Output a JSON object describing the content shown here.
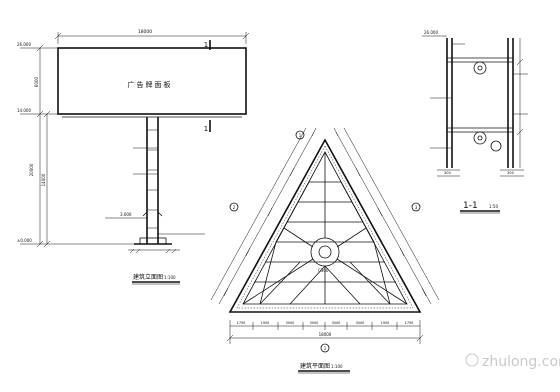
{
  "elevation": {
    "width_dim": "18000",
    "section_mark": "1",
    "panel_label": "广告牌面板",
    "levels": [
      "26.000",
      "14.000",
      "3.000",
      "±0.000"
    ],
    "vertical_dims": [
      "6000",
      "20000",
      "14000"
    ],
    "caption": "建筑立面图",
    "caption_scale": "1:100"
  },
  "plan": {
    "total_dim": "18000",
    "bottom_dims": [
      "1750",
      "1900",
      "3000",
      "3000",
      "3000",
      "3000",
      "1900",
      "1750"
    ],
    "axis_marks": [
      "1",
      "2",
      "3"
    ],
    "center_label": "C300",
    "caption": "建筑平面图",
    "caption_scale": "1:100"
  },
  "section": {
    "title": "1-1",
    "scale": "1:50",
    "top_level": "26.000",
    "dims": [
      "300",
      "300"
    ]
  },
  "watermark": "zhulong.com"
}
